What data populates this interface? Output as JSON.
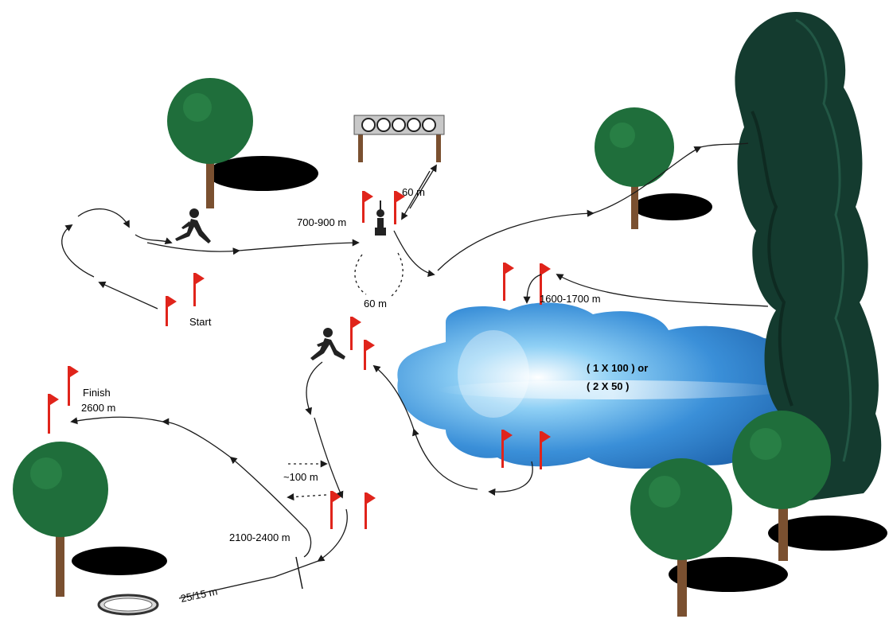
{
  "labels": {
    "start": "Start",
    "finish": "Finish",
    "finish_distance": "2600 m",
    "shooting_distance": "700-900 m",
    "range_distance": "60 m",
    "penalty_loop": "60 m",
    "swim_distance": "1600-1700 m",
    "swim_option_1": "( 1 X 100 ) or",
    "swim_option_2": "( 2 X 50 )",
    "obstacle_distance": "~100 m",
    "run_distance": "2100-2400 m",
    "throw_distance": "25/15 m"
  },
  "colors": {
    "flag": "#e0241b",
    "tree_foliage": "#1f6e3b",
    "tree_trunk": "#7a5030",
    "conifer": "#143b2f",
    "water": "#3f8fd6",
    "path": "#1a1a1a"
  },
  "icons": {
    "target": "shooting-target-icon",
    "runner": "runner-icon",
    "shooter": "shooter-icon",
    "flag": "red-flag-icon",
    "ring": "throwing-ring-icon"
  }
}
